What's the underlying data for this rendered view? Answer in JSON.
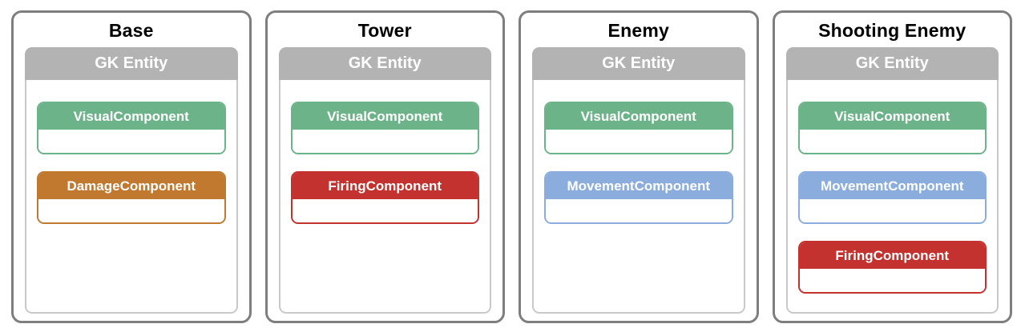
{
  "colors": {
    "green": "#6db389",
    "orange": "#c0792f",
    "red": "#c3322e",
    "blue": "#8badde",
    "gray_header": "#b3b3b3",
    "card_border": "#7e7e7e",
    "body_border": "#c9c9c9",
    "title_text": "#000000",
    "header_text": "#ffffff"
  },
  "cards": [
    {
      "title": "Base",
      "entity_label": "GK Entity",
      "components": [
        {
          "label": "VisualComponent",
          "color": "green"
        },
        {
          "label": "DamageComponent",
          "color": "orange"
        }
      ]
    },
    {
      "title": "Tower",
      "entity_label": "GK Entity",
      "components": [
        {
          "label": "VisualComponent",
          "color": "green"
        },
        {
          "label": "FiringComponent",
          "color": "red"
        }
      ]
    },
    {
      "title": "Enemy",
      "entity_label": "GK Entity",
      "components": [
        {
          "label": "VisualComponent",
          "color": "green"
        },
        {
          "label": "MovementComponent",
          "color": "blue"
        }
      ]
    },
    {
      "title": "Shooting Enemy",
      "entity_label": "GK Entity",
      "components": [
        {
          "label": "VisualComponent",
          "color": "green"
        },
        {
          "label": "MovementComponent",
          "color": "blue"
        },
        {
          "label": "FiringComponent",
          "color": "red"
        }
      ]
    }
  ]
}
